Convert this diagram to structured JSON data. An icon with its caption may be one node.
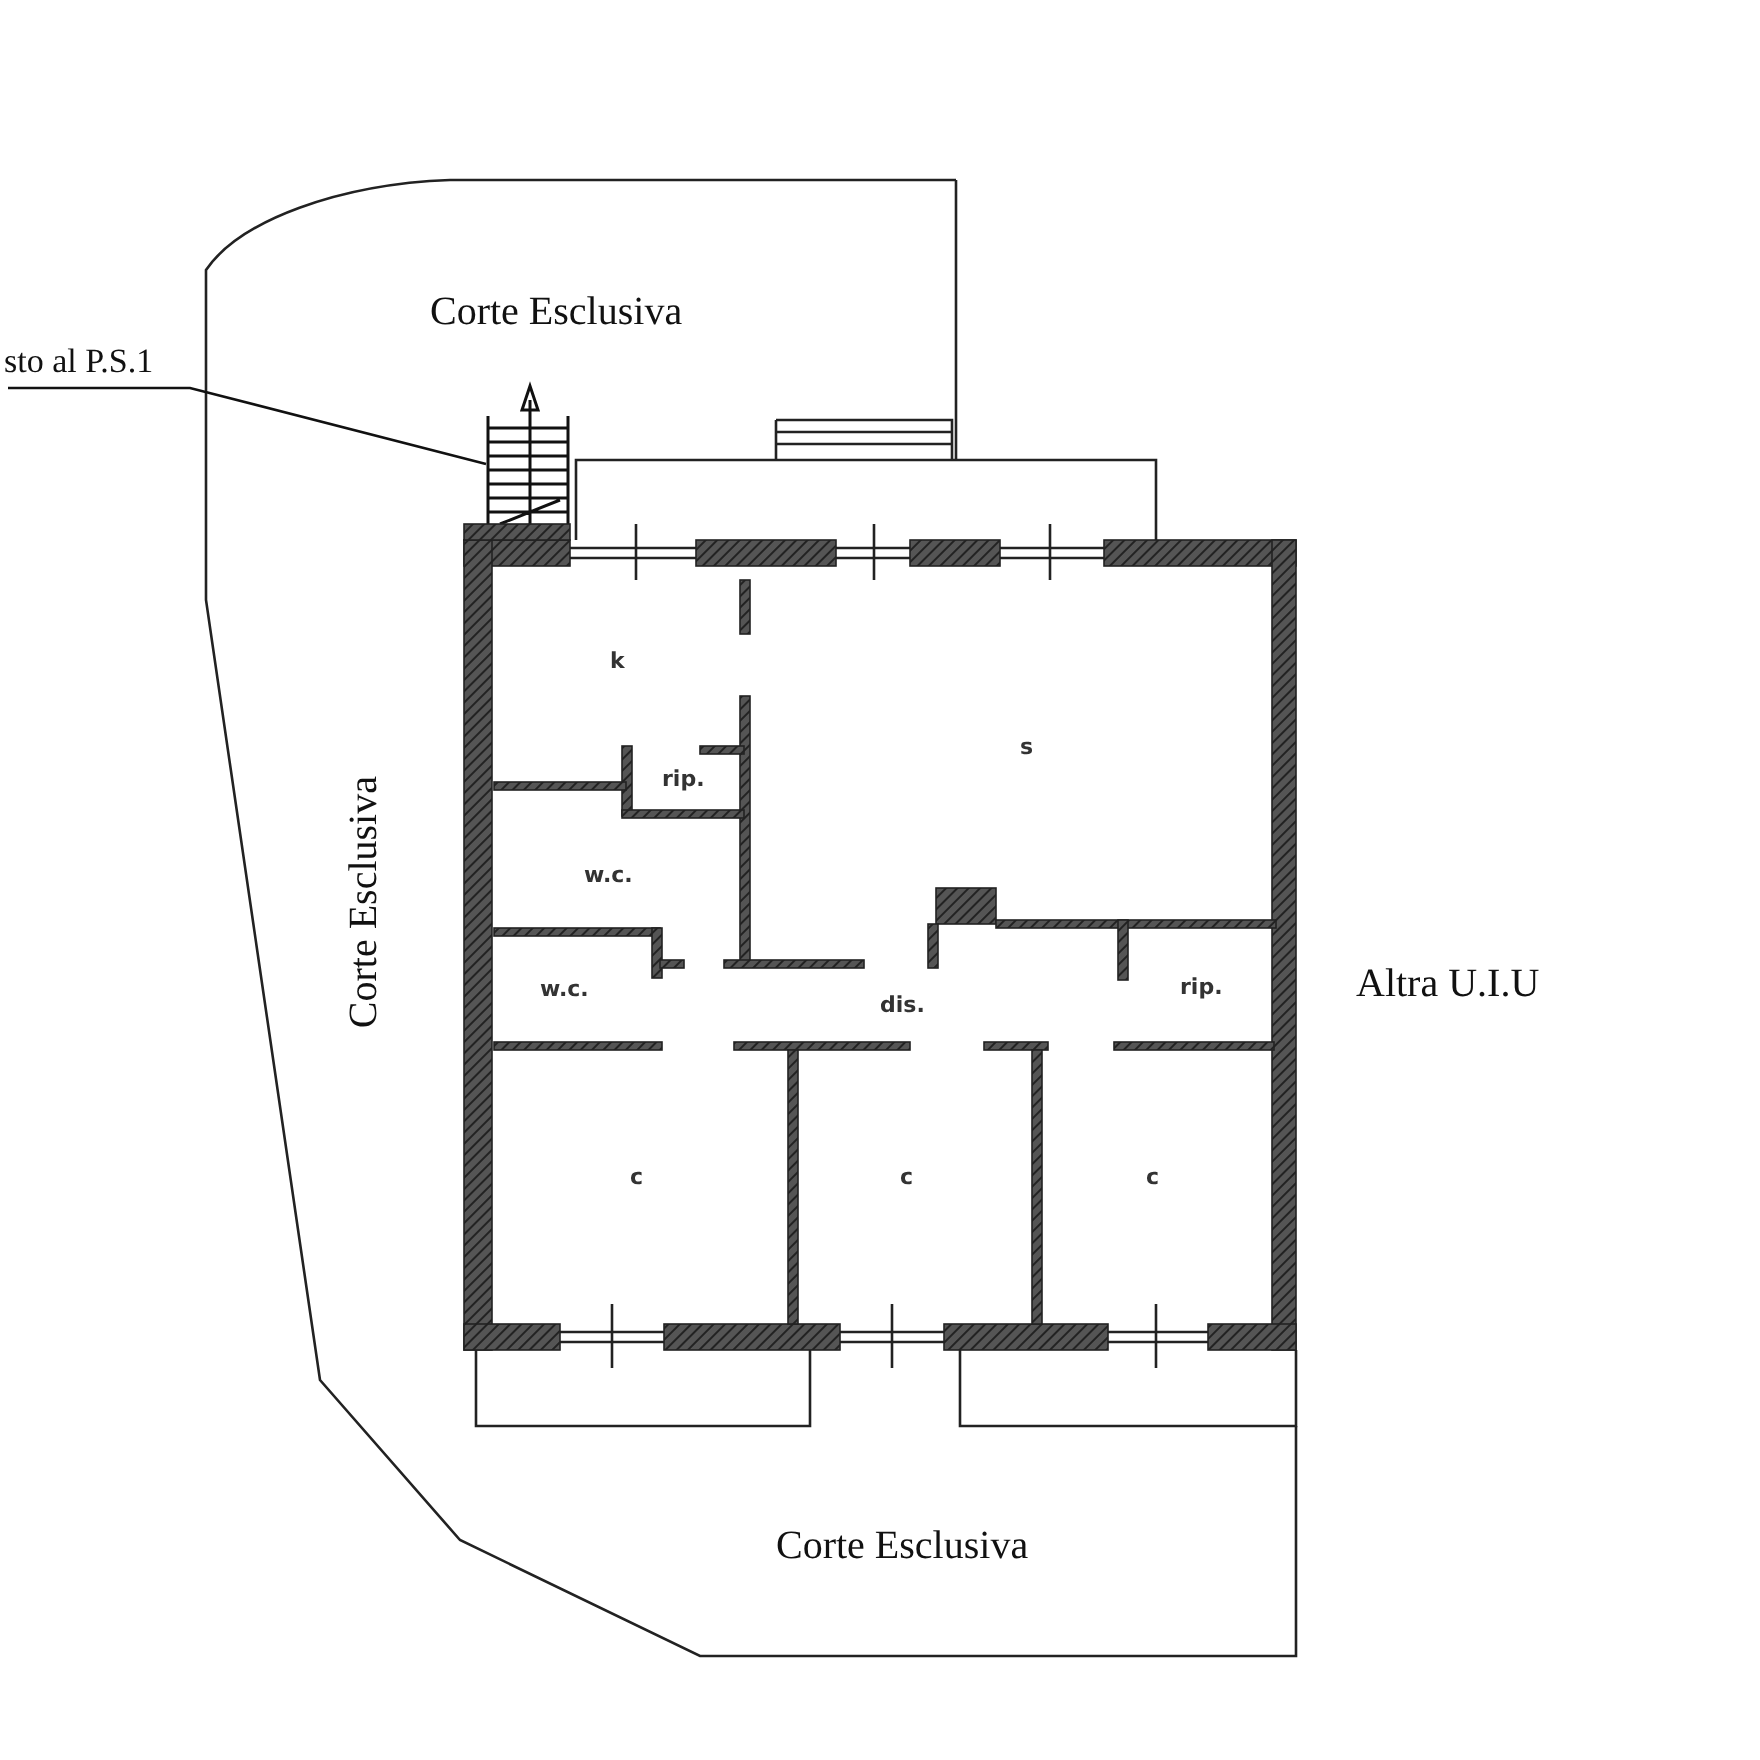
{
  "diagram": {
    "nodes": [
      {
        "text": [
          "sto al P.S.1"
        ]
      },
      {
        "text": [],
        "shape": "stairs"
      }
    ],
    "edges": [
      {
        "from": 0,
        "to": 1,
        "arrow": "none"
      }
    ],
    "labels": [
      "Corte Esclusiva",
      "k",
      "s",
      "rip.",
      "Corte Esclusiva",
      "w.c.",
      "w.c.",
      "dis.",
      "rip.",
      "Altra U.I.U",
      "c",
      "c",
      "c",
      "Corte Esclusiva"
    ]
  }
}
